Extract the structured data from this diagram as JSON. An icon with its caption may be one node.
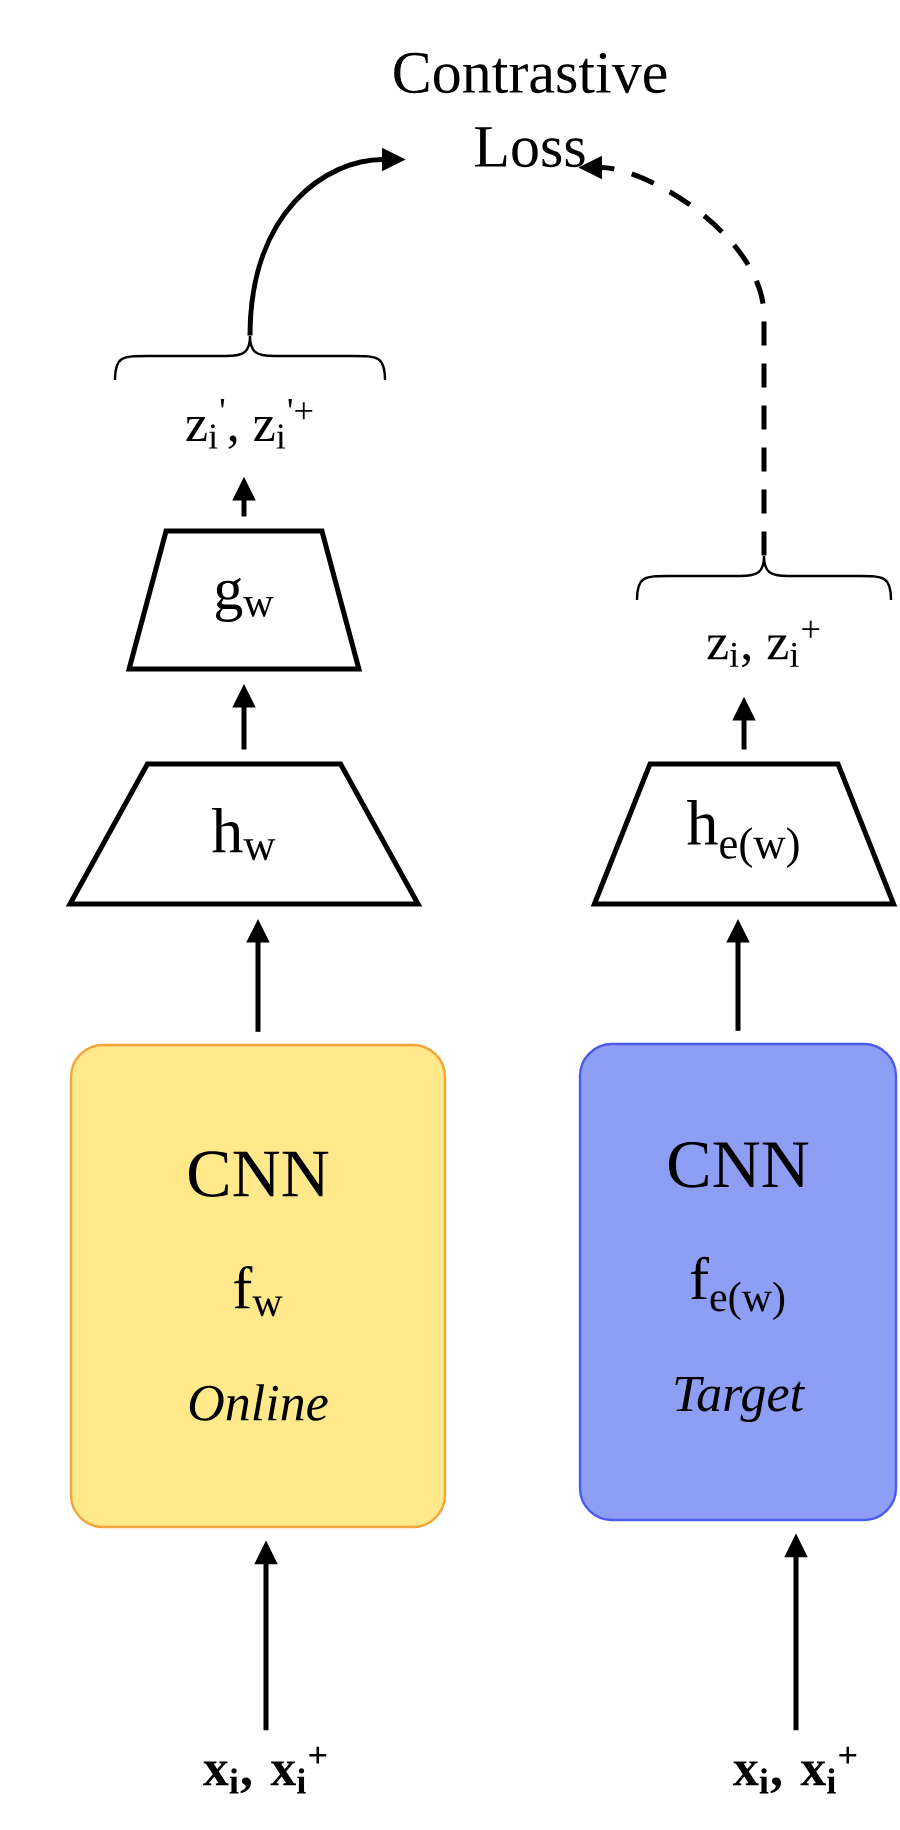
{
  "diagram": {
    "nodes": [
      {
        "text": [
          "Contrastive Loss"
        ]
      },
      {
        "text": [
          "z$_{i}$$^{'}$, z$_{i}$$^{'+}$"
        ]
      },
      {
        "text": [
          "g$_{w}$"
        ]
      },
      {
        "text": [
          "h$_{w}$"
        ]
      },
      {
        "text": [
          "CNN",
          "f$_{w}$",
          "Online"
        ]
      },
      {
        "text": [
          "x$_{i}$, x$_{i}$$^{+}$"
        ]
      },
      {
        "text": [
          "z$_{i}$, z$_{i}$$^{+}$"
        ]
      },
      {
        "text": [
          "h$_{e(w)}$"
        ]
      },
      {
        "text": [
          "CNN",
          "f$_{e(w)}$",
          "Target"
        ]
      },
      {
        "text": [
          "x$_{i}$, x$_{i}$$^{+}$"
        ]
      }
    ],
    "edges": [
      {
        "from": 5,
        "to": 4,
        "arrow": "to"
      },
      {
        "from": 4,
        "to": 3,
        "arrow": "to"
      },
      {
        "from": 3,
        "to": 2,
        "arrow": "to"
      },
      {
        "from": 2,
        "to": 1,
        "arrow": "to"
      },
      {
        "from": 1,
        "to": 0,
        "arrow": "to"
      },
      {
        "from": 9,
        "to": 8,
        "arrow": "to"
      },
      {
        "from": 8,
        "to": 7,
        "arrow": "to"
      },
      {
        "from": 7,
        "to": 6,
        "arrow": "to"
      },
      {
        "from": 6,
        "to": 0,
        "arrow": "to",
        "style": "dashed"
      }
    ]
  }
}
